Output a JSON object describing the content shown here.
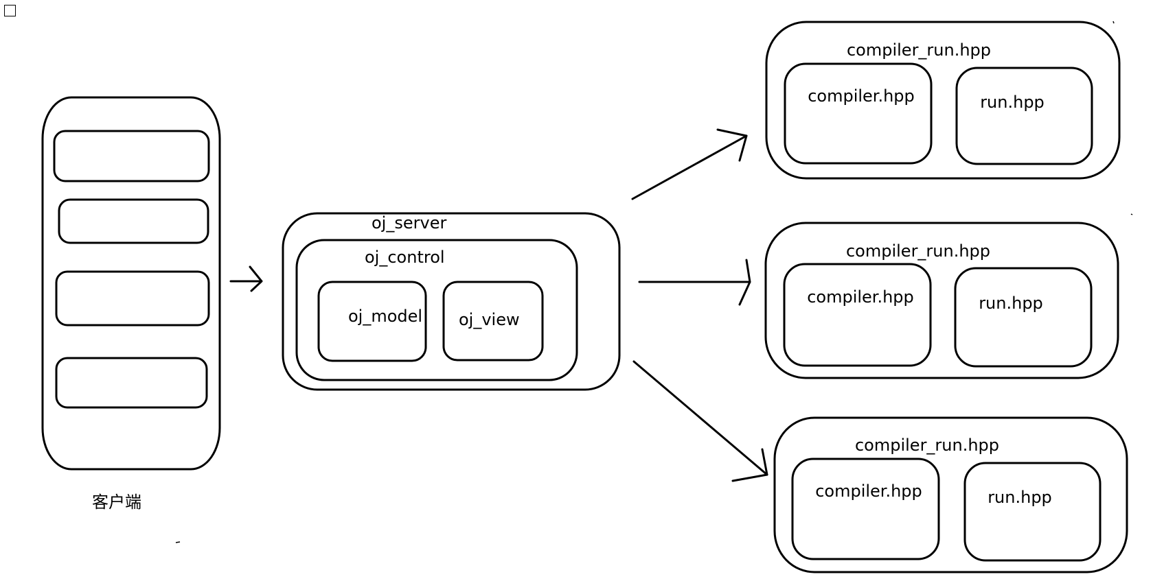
{
  "client": {
    "label": "客户端"
  },
  "server": {
    "title": "oj_server",
    "control": {
      "title": "oj_control",
      "model": "oj_model",
      "view": "oj_view"
    }
  },
  "compile_servers": [
    {
      "title": "compiler_run.hpp",
      "compiler": "compiler.hpp",
      "run": "run.hpp"
    },
    {
      "title": "compiler_run.hpp",
      "compiler": "compiler.hpp",
      "run": "run.hpp"
    },
    {
      "title": "compiler_run.hpp",
      "compiler": "compiler.hpp",
      "run": "run.hpp"
    }
  ]
}
